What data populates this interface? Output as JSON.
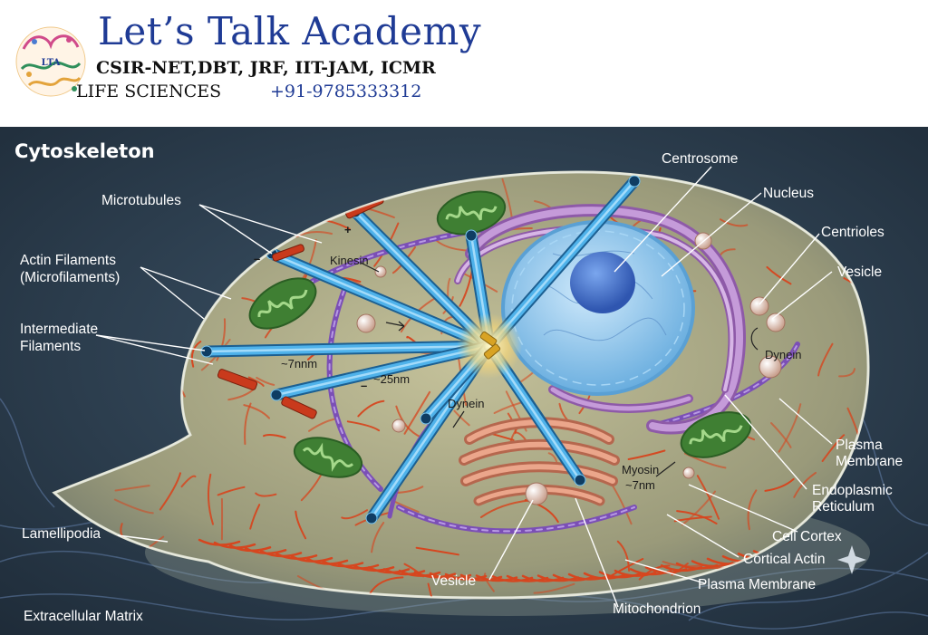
{
  "brand": {
    "title": "Let’s Talk Academy",
    "tagline": "CSIR-NET,DBT, JRF, IIT-JAM, ICMR",
    "subject": "LIFE SCIENCES",
    "phone": "+91-9785333312",
    "logo_text": "LTA",
    "colors": {
      "title": "#1f3b95",
      "phone": "#1f3b95"
    }
  },
  "diagram": {
    "title": "Cytoskeleton",
    "labels": {
      "microtubules": "Microtubules",
      "actin_line1": "Actin Filaments",
      "actin_line2": "(Microfilaments)",
      "intermediate_line1": "Intermediate",
      "intermediate_line2": "Filaments",
      "lamellipodia": "Lamellipodia",
      "extracellular_matrix": "Extracellular Matrix",
      "centrosome": "Centrosome",
      "nucleus": "Nucleus",
      "centrioles": "Centrioles",
      "vesicle_right": "Vesicle",
      "plasma_membrane_right_line1": "Plasma",
      "plasma_membrane_right_line2": "Membrane",
      "er_line1": "Endoplasmic",
      "er_line2": "Reticulum",
      "cell_cortex": "Cell Cortex",
      "cortical_actin": "Cortical Actin",
      "plasma_membrane_bottom": "Plasma Membrane",
      "mitochondrion": "Mitochondrion",
      "vesicle_bottom": "Vesicle"
    },
    "inner_labels": {
      "kinesin": "Kinesin",
      "plus": "+",
      "minus1": "–",
      "minus2": "–",
      "dia_7nm": "~7nnm",
      "dia_25nm": "~25nm",
      "dynein_left": "Dynein",
      "dynein_right": "Dynein",
      "myosin": "Myosin",
      "myosin_size": "~7nm"
    },
    "colors": {
      "background": "#2b3c4c",
      "cytoplasm": "#a9a987",
      "actin": "#d6461f",
      "microtubule": "#3a9cd6",
      "intermediate": "#8a5bc6",
      "nucleus": "#8fc6ea",
      "nucleolus": "#3b6fc8",
      "er": "#a679c2",
      "golgi": "#d98a6e",
      "mitochondria": "#6aa84f"
    }
  }
}
